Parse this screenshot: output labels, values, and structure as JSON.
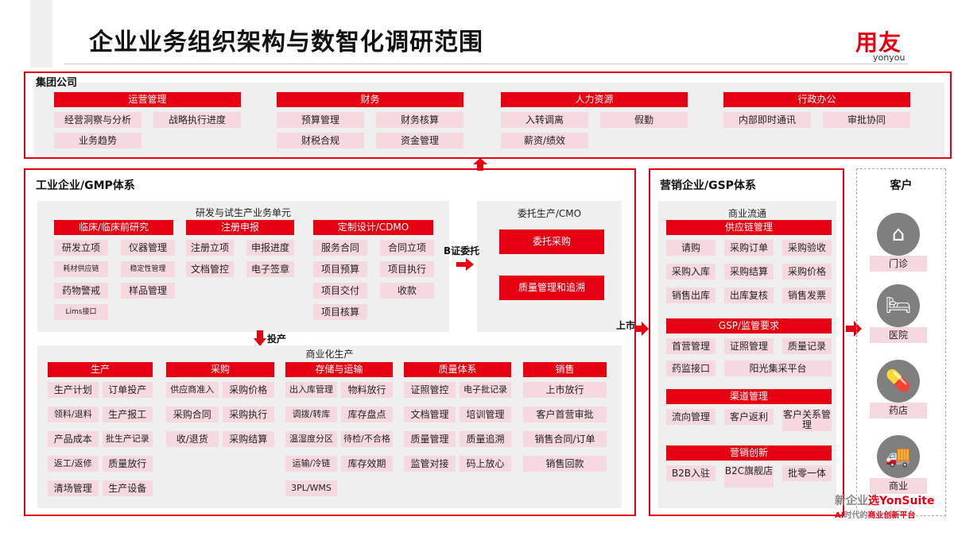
{
  "header": {
    "title": "企业业务组织架构与数智化调研范围",
    "logo": "用友",
    "logo_sub": "yonyou"
  },
  "group": {
    "title": "集团公司",
    "modules": [
      {
        "name": "运营管理",
        "items": [
          "经营洞察与分析",
          "战略执行进度",
          "业务趋势"
        ]
      },
      {
        "name": "财务",
        "items": [
          "预算管理",
          "财务核算",
          "财税合规",
          "资金管理"
        ]
      },
      {
        "name": "人力资源",
        "items": [
          "入转调离",
          "假勤",
          "薪资/绩效"
        ]
      },
      {
        "name": "行政办公",
        "items": [
          "内部即时通讯",
          "审批协同"
        ]
      }
    ]
  },
  "industrial": {
    "title": "工业企业/GMP体系",
    "rd": {
      "title": "研发与试生产业务单元",
      "modules": [
        {
          "name": "临床/临床前研究",
          "items": [
            "研发立项",
            "仪器管理",
            "耗材供应链",
            "稳定性管理",
            "药物警戒",
            "样品管理",
            "Lims接口"
          ]
        },
        {
          "name": "注册申报",
          "items": [
            "注册立项",
            "申报进度",
            "文档管控",
            "电子签章"
          ]
        },
        {
          "name": "定制设计/CDMO",
          "items": [
            "服务合同",
            "合同立项",
            "项目预算",
            "项目执行",
            "项目交付",
            "收款",
            "项目核算"
          ]
        }
      ]
    },
    "cmo": {
      "title": "委托生产/CMO",
      "buttons": [
        "委托采购",
        "质量管理和追溯"
      ]
    },
    "b_label": "B证委托",
    "touchan_label": "投产",
    "commercial": {
      "title": "商业化生产",
      "modules": [
        {
          "name": "生产",
          "items": [
            "生产计划",
            "订单投产",
            "领料/退料",
            "生产报工",
            "产品成本",
            "批生产记录",
            "返工/返修",
            "质量放行",
            "清场管理",
            "生产设备"
          ]
        },
        {
          "name": "采购",
          "items": [
            "供应商准入",
            "采购价格",
            "采购合同",
            "采购执行",
            "收/退货",
            "采购结算"
          ]
        },
        {
          "name": "存储与运输",
          "items": [
            "出入库管理",
            "物料放行",
            "调拨/转库",
            "库存盘点",
            "温湿度分区",
            "待检/不合格",
            "运输/冷链",
            "库存效期",
            "3PL/WMS"
          ]
        },
        {
          "name": "质量体系",
          "items": [
            "证照管控",
            "电子批记录",
            "文档管理",
            "培训管理",
            "质量管理",
            "质量追溯",
            "监管对接",
            "码上放心"
          ]
        },
        {
          "name": "销售",
          "items": [
            "上市放行",
            "客户首营审批",
            "销售合同/订单",
            "销售回款"
          ]
        }
      ]
    }
  },
  "listing_label": "上市",
  "marketing": {
    "title": "营销企业/GSP体系",
    "sub_title": "商业流通",
    "modules": [
      {
        "name": "供应链管理",
        "items": [
          "请购",
          "采购订单",
          "采购验收",
          "采购入库",
          "采购结算",
          "采购价格",
          "销售出库",
          "出库复核",
          "销售发票"
        ]
      },
      {
        "name": "GSP/监管要求",
        "items": [
          "首营管理",
          "证照管理",
          "质量记录",
          "药监接口",
          "阳光集采平台"
        ]
      },
      {
        "name": "渠道管理",
        "items": [
          "流向管理",
          "客户返利",
          "客户关系管理"
        ]
      },
      {
        "name": "营销创新",
        "items": [
          "B2B入驻",
          "B2C旗舰店",
          "批零一体"
        ]
      }
    ]
  },
  "customers": {
    "title": "客户",
    "items": [
      {
        "label": "门诊",
        "icon": "clinic-icon"
      },
      {
        "label": "医院",
        "icon": "hospital-bed-icon"
      },
      {
        "label": "药店",
        "icon": "pill-icon"
      },
      {
        "label": "商业",
        "icon": "truck-icon"
      }
    ]
  },
  "watermark": {
    "line1_a": "新企业",
    "line1_b": "选YonSuite",
    "line2_a": "AI",
    "line2_b": "时代的",
    "line2_c": "商业创新平台"
  },
  "colors": {
    "accent": "#e60012",
    "chip": "#f6d9de",
    "panel": "#efefef"
  }
}
